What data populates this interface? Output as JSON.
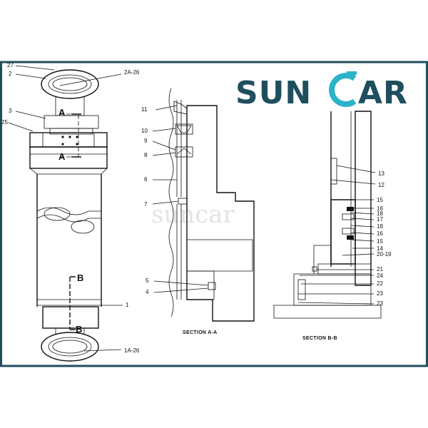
{
  "logo": {
    "text_start": "SUN",
    "text_end": "AR",
    "color_dark": "#1f4e5f",
    "color_accent": "#2bb3c9"
  },
  "watermark": "suncar",
  "colors": {
    "frame": "#1f4e5f",
    "ink": "#111111"
  },
  "labels_left": {
    "l27": "27",
    "l2": "2",
    "l2a26": "2A-26",
    "l3": "3",
    "l25": "25",
    "lA_top": "A",
    "lA_bot": "A",
    "lB_top": "B",
    "lB_bot": "B",
    "l1": "1",
    "l1a26": "1A-26"
  },
  "labels_sectionA": {
    "l11": "11",
    "l10": "10",
    "l9": "9",
    "l8": "8",
    "l6": "6",
    "l7": "7",
    "l5": "5",
    "l4": "4",
    "title": "SECTION A-A"
  },
  "labels_sectionB": {
    "l13": "13",
    "l12": "12",
    "l15a": "15",
    "l16a": "16",
    "l18a": "18",
    "l17": "17",
    "l18b": "18",
    "l16b": "16",
    "l15b": "15",
    "l14": "14",
    "l2019": "20-19",
    "l21": "21",
    "l24": "24",
    "l22": "22",
    "l23a": "23",
    "l23b": "23",
    "title": "SECTION B-B"
  }
}
